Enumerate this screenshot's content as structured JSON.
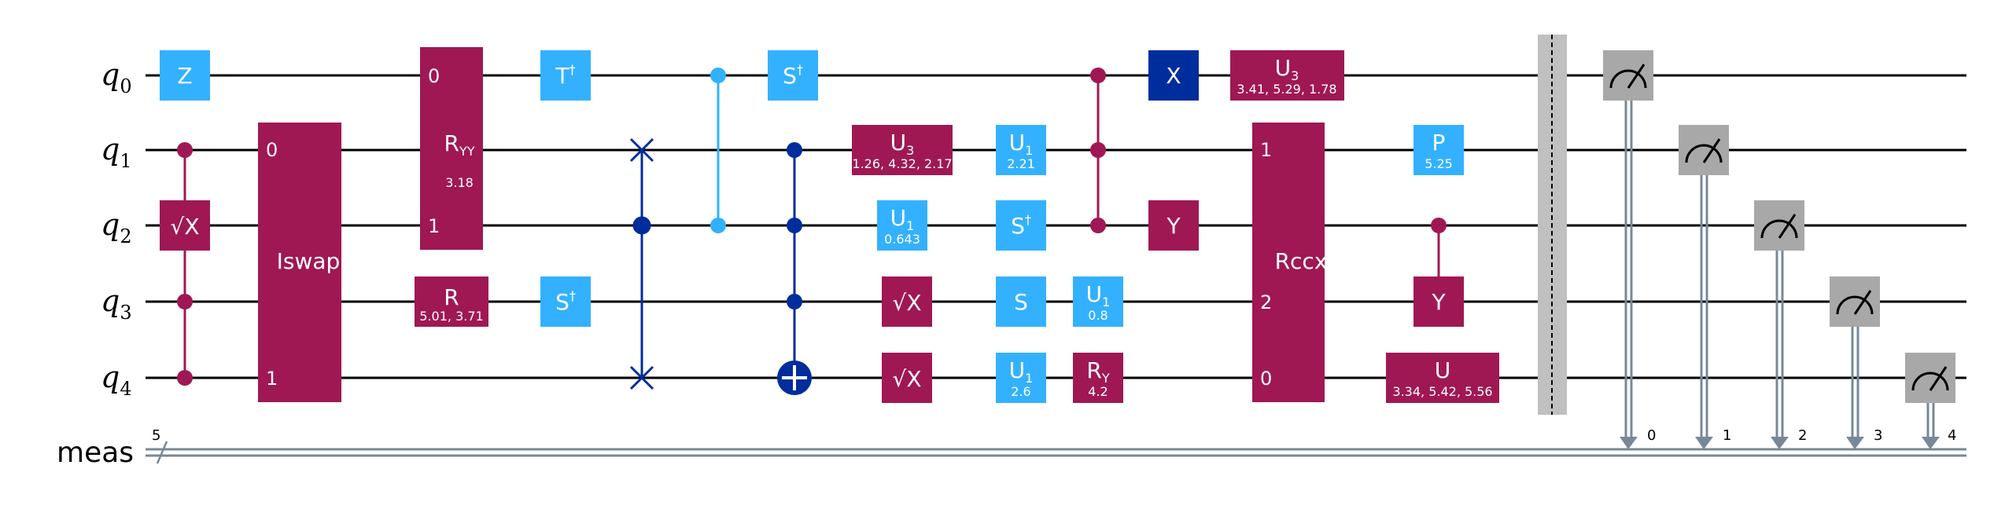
{
  "qubits": [
    {
      "name": "q",
      "index": "0"
    },
    {
      "name": "q",
      "index": "1"
    },
    {
      "name": "q",
      "index": "2"
    },
    {
      "name": "q",
      "index": "3"
    },
    {
      "name": "q",
      "index": "4"
    }
  ],
  "creg": {
    "name": "meas",
    "size": "5",
    "bits": [
      "0",
      "1",
      "2",
      "3",
      "4"
    ]
  },
  "colors": {
    "wire": "#000000",
    "creg": "#778899",
    "magenta": "#9f1853",
    "lightblue": "#33b1ff",
    "darkblue": "#002d9c",
    "measure": "#a8a8a8",
    "barrier": "#c0c0c0"
  },
  "gates": {
    "z": "Z",
    "sx": "√X",
    "iswap": "Iswap",
    "iswap_pin0": "0",
    "iswap_pin1": "1",
    "ryy": "R",
    "ryy_sub": "YY",
    "ryy_param": "3.18",
    "ryy_pin0": "0",
    "ryy_pin1": "1",
    "r": "R",
    "r_param": "5.01, 3.71",
    "tdg": "T",
    "dagger": "†",
    "s": "S",
    "u3": "U",
    "u3_sub": "3",
    "u3a_param": "1.26, 4.32, 2.17",
    "u1": "U",
    "u1_sub": "1",
    "u1a_param": "0.643",
    "u1b_param": "2.21",
    "u1c_param": "2.6",
    "u1d_param": "0.8",
    "ry": "R",
    "ry_sub": "Y",
    "ry_param": "4.2",
    "x": "X",
    "y": "Y",
    "u3b_param": "3.41, 5.29, 1.78",
    "rccx": "Rccx",
    "rccx_pin_q1": "1",
    "rccx_pin_q3": "2",
    "rccx_pin_q4": "0",
    "p": "P",
    "p_param": "5.25",
    "u": "U",
    "u_param": "3.34, 5.42, 5.56"
  }
}
